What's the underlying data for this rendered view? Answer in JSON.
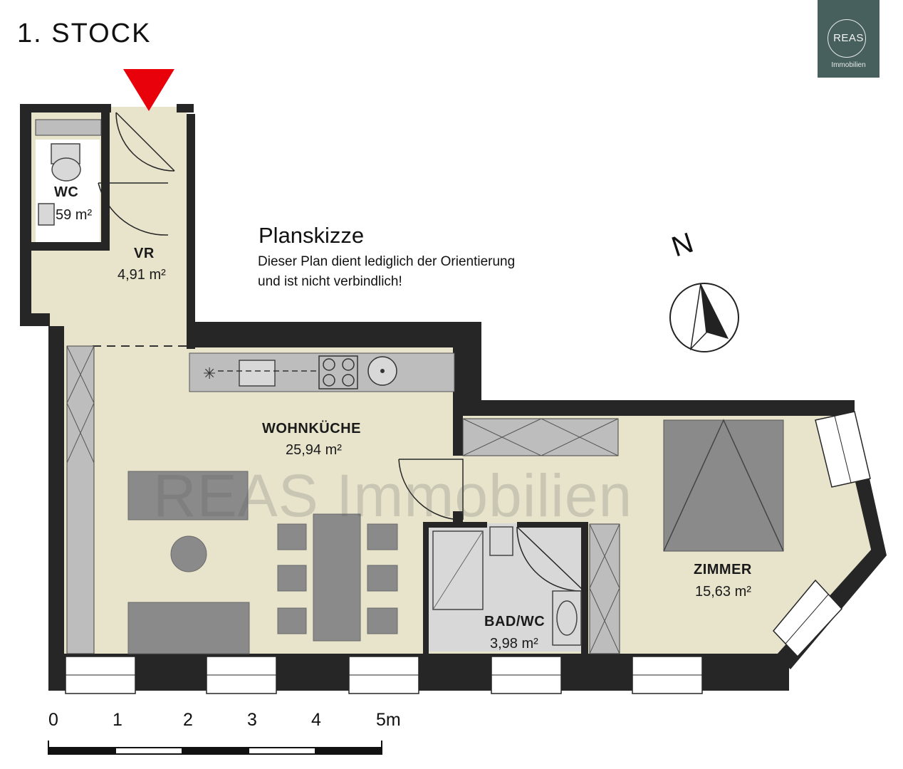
{
  "floor_title": "1. STOCK",
  "logo": {
    "name": "REAS",
    "subtitle": "Immobilien"
  },
  "note": {
    "title": "Planskizze",
    "line1": "Dieser Plan dient lediglich der Orientierung",
    "line2": "und ist nicht verbindlich!"
  },
  "compass": {
    "label": "N"
  },
  "watermark": "REAS Immobilien",
  "rooms": {
    "wc": {
      "name": "WC",
      "area": "59 m²"
    },
    "vr": {
      "name": "VR",
      "area": "4,91 m²"
    },
    "wohnkueche": {
      "name": "WOHNKÜCHE",
      "area": "25,94 m²"
    },
    "bad": {
      "name": "BAD/WC",
      "area": "3,98 m²"
    },
    "zimmer": {
      "name": "ZIMMER",
      "area": "15,63 m²"
    }
  },
  "scale": {
    "labels": [
      "0",
      "1",
      "2",
      "3",
      "4",
      "5m"
    ]
  },
  "colors": {
    "floor": "#e8e4cc",
    "wall": "#262626",
    "furniture": "#8a8a8a",
    "entrance_marker": "#e8000b",
    "logo_bg": "#48605d"
  }
}
